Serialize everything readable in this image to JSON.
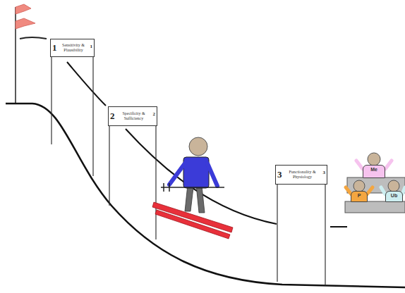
{
  "diagram": {
    "nodes": [
      {
        "text": [
          "1",
          "Sensitivity & Plausibility",
          "1"
        ]
      },
      {
        "text": [
          "2",
          "Specificity & Sufficiency",
          "2"
        ]
      },
      {
        "text": [
          "3",
          "Functionality & Physiology",
          "3"
        ]
      },
      {
        "text": [
          "Me"
        ]
      },
      {
        "text": [
          "P"
        ]
      },
      {
        "text": [
          "Ub"
        ]
      }
    ]
  }
}
